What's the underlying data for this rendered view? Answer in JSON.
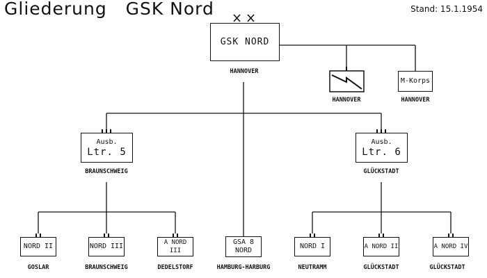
{
  "title": "Gliederung   GSK Nord",
  "stand": "Stand: 15.1.1954",
  "top": {
    "name": "GSK NORD",
    "location": "HANNOVER",
    "symbol": "XX"
  },
  "signal_unit": {
    "location": "HANNOVER",
    "icon": "signal-unit-icon"
  },
  "mkorps": {
    "name": "M-Korps",
    "location": "HANNOVER"
  },
  "ltr5": {
    "line1": "Ausb.",
    "line2": "Ltr. 5",
    "location": "BRAUNSCHWEIG"
  },
  "ltr6": {
    "line1": "Ausb.",
    "line2": "Ltr. 6",
    "location": "GLÜCKSTADT"
  },
  "bottom": [
    {
      "name": "NORD II",
      "location": "GOSLAR"
    },
    {
      "name": "NORD III",
      "location": "BRAUNSCHWEIG"
    },
    {
      "name": "A NORD III",
      "location": "DEDELSTORF"
    },
    {
      "line1": "GSA 8",
      "line2": "NORD",
      "location": "HAMBURG-HARBURG"
    },
    {
      "name": "NORD I",
      "location": "NEUTRAMM"
    },
    {
      "name": "A NORD II",
      "location": "GLÜCKSTADT"
    },
    {
      "name": "A NORD IV",
      "location": "GLÜCKSTADT"
    }
  ]
}
